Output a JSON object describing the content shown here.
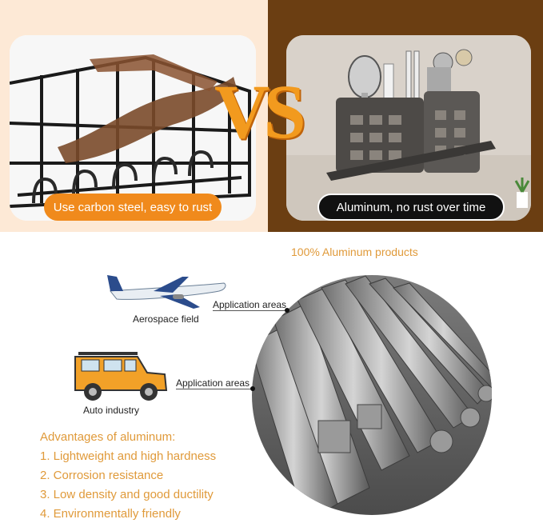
{
  "comparison": {
    "left_caption": "Use carbon steel, easy to rust",
    "right_caption": "Aluminum, no rust over time",
    "vs": "VS"
  },
  "aluminum": {
    "heading": "100% Aluminum products",
    "applications": [
      {
        "field": "Aerospace field",
        "label": "Application areas"
      },
      {
        "field": "Auto industry",
        "label": "Application areas"
      }
    ],
    "advantages_title": "Advantages of aluminum:",
    "advantages": [
      "1. Lightweight and high hardness",
      "2. Corrosion resistance",
      "3. Low density and good ductility",
      "4. Environmentally friendly"
    ]
  },
  "colors": {
    "accent_orange": "#f08a1c",
    "text_orange": "#e09a3a",
    "brown_panel": "#6b3e12"
  }
}
